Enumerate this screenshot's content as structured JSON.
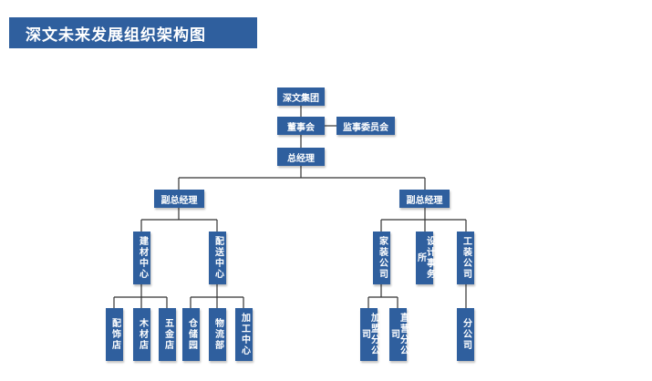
{
  "title": "深文未来发展组织架构图",
  "colors": {
    "node": "#2f5f9e",
    "line": "#333333",
    "text": "#ffffff"
  },
  "nodes": {
    "root": "深文集团",
    "board": "董事会",
    "supervisory": "监事委员会",
    "gm": "总经理",
    "vp_left": "副总经理",
    "vp_right": "副总经理",
    "building_center": "建材中心",
    "distribution_center": "配送中心",
    "decor_store": "配饰店",
    "timber_store": "木材店",
    "hardware_store": "五金店",
    "warehouse": "仓储园",
    "logistics": "物流部",
    "processing_center": "加工中心",
    "home_decor_co": "家装公司",
    "design_office": "设计事务所",
    "engineering_co": "工装公司",
    "franchise_branch": "加盟分公司",
    "direct_branch": "直营分公司",
    "branch_co": "分公司"
  }
}
